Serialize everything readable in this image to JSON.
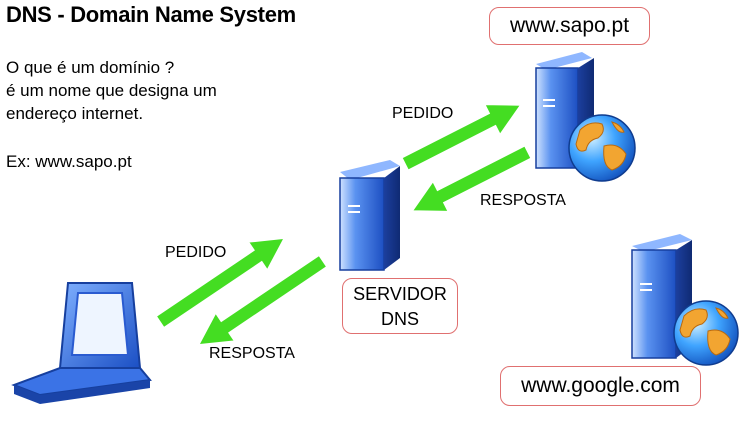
{
  "title": "DNS - Domain Name System",
  "intro": {
    "line1": "O que é um domínio ?",
    "line2": "é um nome que designa um",
    "line3": "endereço internet.",
    "example": "Ex: www.sapo.pt"
  },
  "nodes": {
    "sapo_label": "www.sapo.pt",
    "google_label": "www.google.com",
    "dns_label_line1": "SERVIDOR",
    "dns_label_line2": "DNS"
  },
  "arrows": {
    "client_request": "PEDIDO",
    "client_response": "RESPOSTA",
    "server_request": "PEDIDO",
    "server_response": "RESPOSTA"
  },
  "colors": {
    "arrow": "#44dd22",
    "server_blue": "#2f6ee0",
    "box_border": "#e07070"
  },
  "icons": [
    "laptop-icon",
    "server-icon",
    "globe-icon"
  ]
}
